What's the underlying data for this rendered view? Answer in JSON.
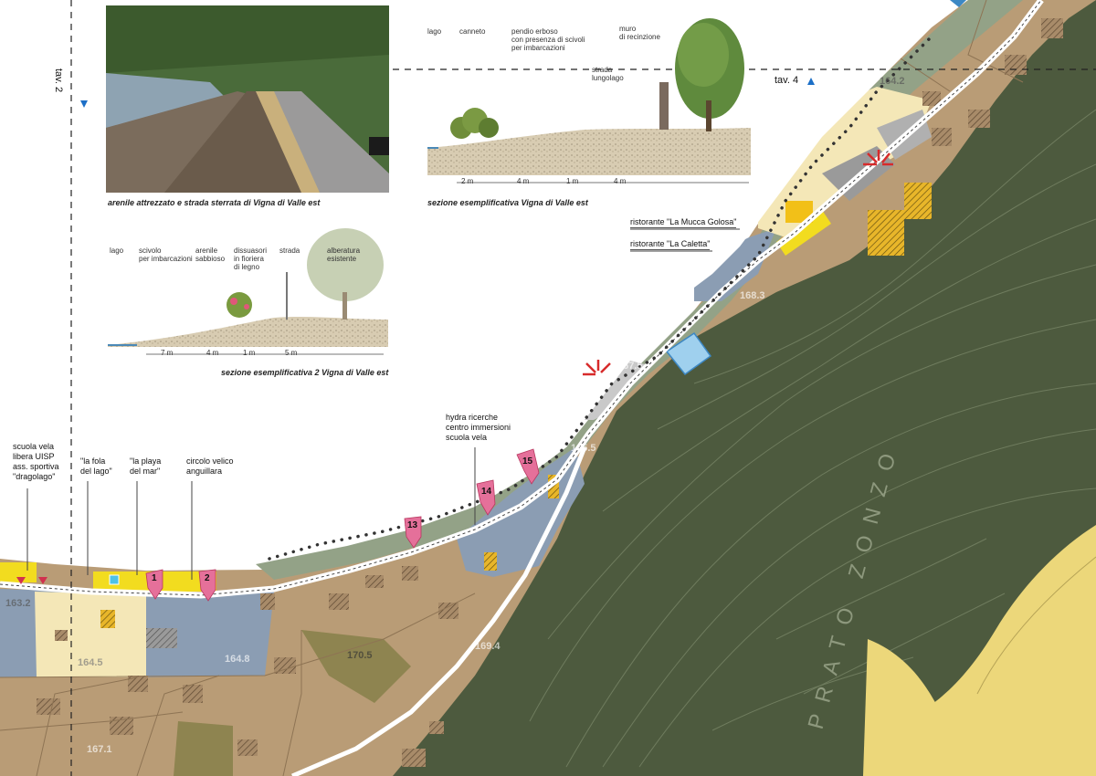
{
  "nav": {
    "tav2": "tav. 2",
    "tav4": "tav. 4"
  },
  "captions": {
    "photo": "arenile attrezzato e strada sterrata di Vigna di Valle est",
    "section1": "sezione esemplificativa Vigna di Valle est",
    "section2": "sezione esemplificativa 2 Vigna di Valle est"
  },
  "section1_labels": {
    "lago": "lago",
    "canneto": "canneto",
    "pendio": "pendio erboso\ncon presenza di scivoli\nper imbarcazioni",
    "muro": "muro\ndi recinzione",
    "strada": "strada\nlungolago",
    "dims": [
      "2 m",
      "4 m",
      "1 m",
      "4 m"
    ]
  },
  "section2_labels": {
    "lago": "lago",
    "scivolo": "scivolo\nper imbarcazioni",
    "arenile": "arenile\nsabbioso",
    "dissuasori": "dissuasori\nin fioriera\ndi legno",
    "strada": "strada",
    "alberatura": "alberatura\nesistente",
    "dims": [
      "7 m",
      "4 m",
      "1 m",
      "5 m"
    ]
  },
  "pois": {
    "scuola_vela": "scuola vela\nlibera UISP\nass. sportiva\n\"dragolago\"",
    "fola": "\"la fola\ndel lago\"",
    "playa": "\"la playa\ndel mar\"",
    "circolo": "circolo velico\nanguillara",
    "hydra": "hydra ricerche\ncentro immersioni\nscuola vela",
    "mucca": "ristorante \"La Mucca Golosa\"",
    "caletta": "ristorante \"La Caletta\""
  },
  "markers": [
    "1",
    "2",
    "13",
    "14",
    "15"
  ],
  "elevations": [
    "164.2",
    "163.2",
    "164.5",
    "164.8",
    "170.5",
    "169.4",
    "167.1",
    "165.5",
    "167.5",
    "168.3"
  ],
  "toponym": "PRATO ZONZO",
  "colors": {
    "hillside": "#4d5a3e",
    "parcels": "#b99c76",
    "beach_yellow": "#f2dc1f",
    "light_zone": "#f4e7b7",
    "blue_zone": "#8b9db3",
    "lake_green": "#93a287",
    "marker_pink": "#e5709a",
    "field_yellow": "#ecd77a"
  }
}
